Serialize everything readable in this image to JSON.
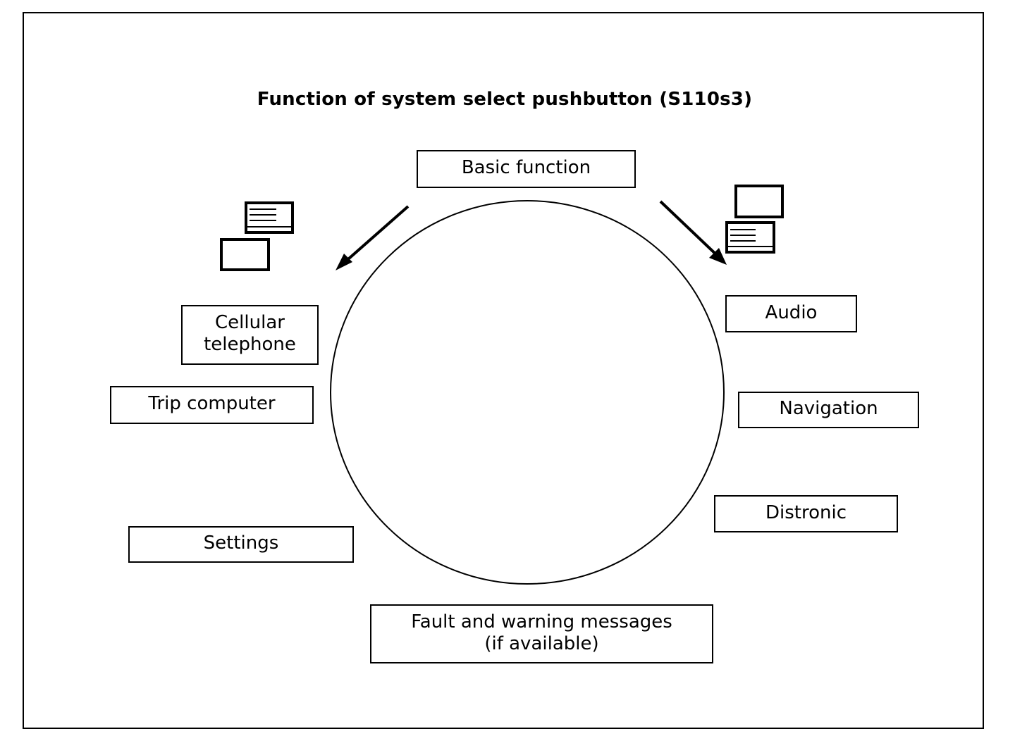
{
  "title": "Function of system select pushbutton (S110s3)",
  "nodes": {
    "basic_function": "Basic function",
    "audio": "Audio",
    "navigation": "Navigation",
    "distronic": "Distronic",
    "fault_messages": "Fault and warning messages\n(if available)",
    "settings": "Settings",
    "trip_computer": "Trip computer",
    "cellular_telephone": "Cellular\ntelephone"
  },
  "icons": {
    "left_display_icon": "display-screens-icon",
    "right_display_icon": "display-screens-icon"
  },
  "colors": {
    "line": "#000000",
    "background": "#ffffff"
  }
}
